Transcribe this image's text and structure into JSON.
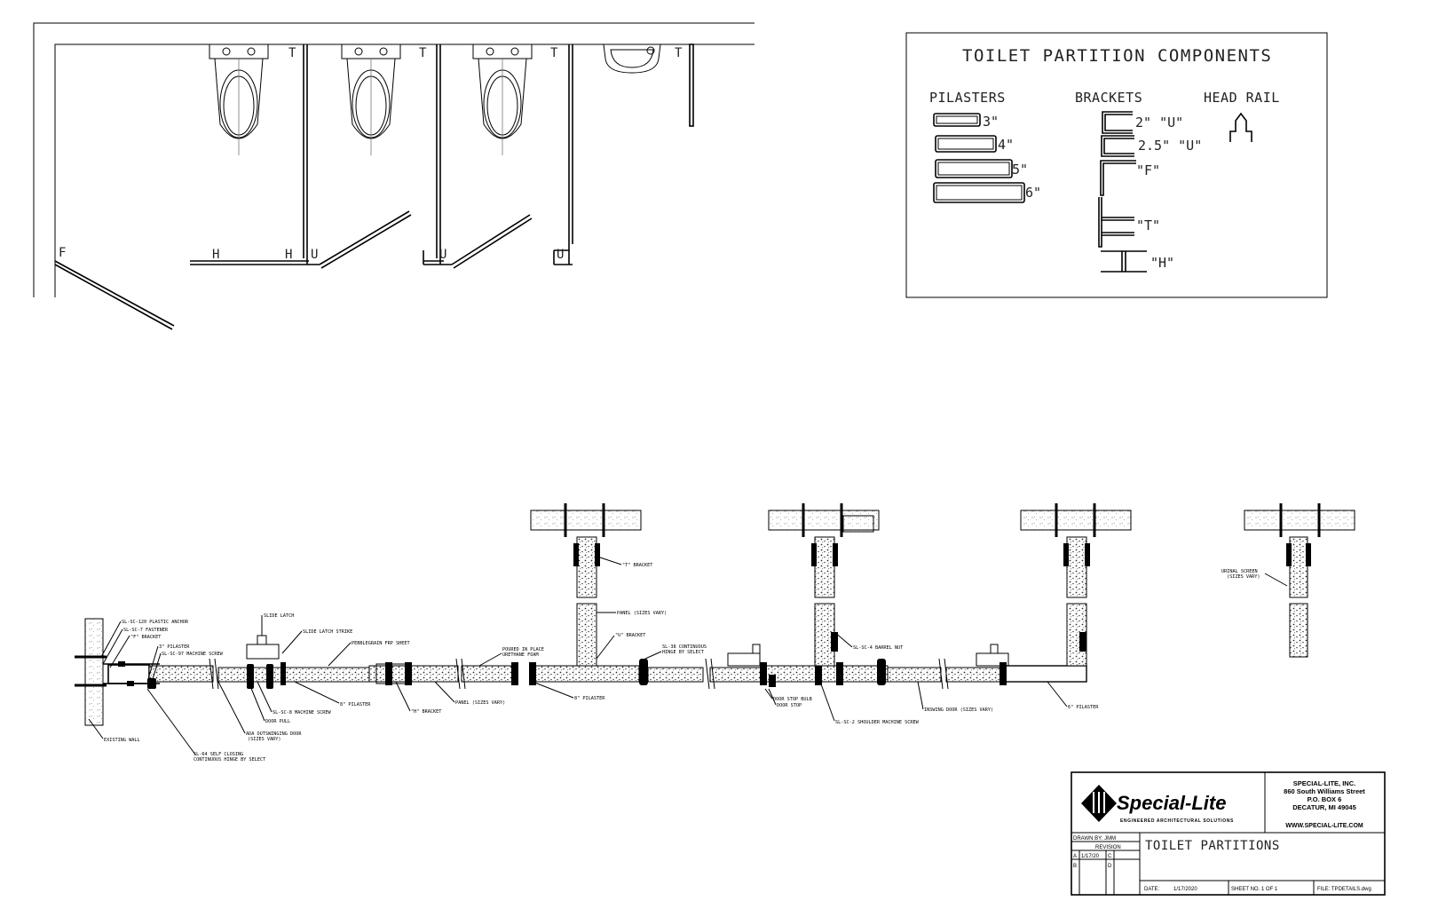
{
  "plan": {
    "labels": {
      "t1": "T",
      "t2": "T",
      "t3": "T",
      "t4": "T",
      "f": "F",
      "h1": "H",
      "h2": "H",
      "u1": "U",
      "u2": "U",
      "u3": "U"
    }
  },
  "components": {
    "title": "TOILET PARTITION COMPONENTS",
    "pilasters": {
      "heading": "PILASTERS",
      "sizes": [
        "3\"",
        "4\"",
        "5\"",
        "6\""
      ]
    },
    "brackets": {
      "heading": "BRACKETS",
      "items": [
        "2\" \"U\"",
        "2.5\" \"U\"",
        "\"F\"",
        "\"T\"",
        "\"H\""
      ]
    },
    "headrail": {
      "heading": "HEAD RAIL"
    }
  },
  "section": {
    "callouts": {
      "plastic_anchor": "SL-SC-120 PLASTIC ANCHOR",
      "fastener": "SL-SC-7 FASTENER",
      "f_bracket": "\"F\" BRACKET",
      "pilaster_3": "3\" PILASTER",
      "machine_screw_97": "SL-SC-97 MACHINE SCREW",
      "slide_latch": "SLIDE LATCH",
      "slide_latch_strike": "SLIDE LATCH STRIKE",
      "pebblegrain": "PEBBLEGRAIN FRP SHEET",
      "foam_1": "POURED IN PLACE",
      "foam_2": "URETHANE FOAM",
      "t_bracket": "\"T\" BRACKET",
      "panel_top": "PANEL (SIZES VARY)",
      "u_bracket": "\"U\" BRACKET",
      "hinge38_1": "SL-38 CONTINUOUS",
      "hinge38_2": "HINGE BY SELECT",
      "barrel_nut": "SL-SC-4 BARREL NUT",
      "urinal_1": "URINAL SCREEN",
      "urinal_2": "(SIZES VARY)",
      "existing_wall": "EXISTING WALL",
      "hinge64_1": "SL-64 SELF CLOSING",
      "hinge64_2": "CONTINUOUS HINGE BY SELECT",
      "ada_1": "ADA OUTSWINGING DOOR",
      "ada_2": "(SIZES VARY)",
      "door_pull": "DOOR PULL",
      "machine_screw_8": "SL-SC-8 MACHINE SCREW",
      "pilaster_8a": "8\" PILASTER",
      "h_bracket": "\"H\" BRACKET",
      "panel_bottom": "PANEL (SIZES VARY)",
      "pilaster_8b": "8\" PILASTER",
      "door_stop_bulb": "DOOR STOP BULB",
      "door_stop": "DOOR STOP",
      "shoulder_screw": "SL-SC-2 SHOULDER MACHINE SCREW",
      "inswing_door": "INSWING DOOR (SIZES VARY)",
      "pilaster_6": "6\" PILASTER"
    }
  },
  "titleblock": {
    "logo_text": "Special-Lite",
    "tagline": "ENGINEERED ARCHITECTURAL SOLUTIONS",
    "company": "SPECIAL-LITE, INC.",
    "address1": "860 South Williams Street",
    "address2": "P.O. BOX 6",
    "city": "DECATUR, MI  49045",
    "website": "WWW.SPECIAL-LITE.COM",
    "drawn_by": "DRAWN BY: JMM",
    "revision": "REVISION",
    "rev_a": "A",
    "rev_a_date": "1/17/20",
    "rev_b": "B",
    "rev_c": "C",
    "rev_d": "D",
    "drawing_title": "TOILET PARTITIONS",
    "date_label": "DATE:",
    "date_value": "1/17/2020",
    "sheet": "SHEET NO. 1 OF 1",
    "file": "FILE: TPDETAILS.dwg"
  }
}
